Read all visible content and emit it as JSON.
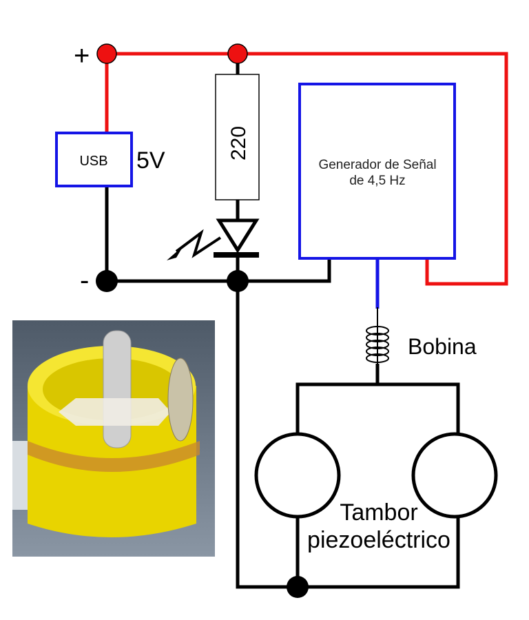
{
  "labels": {
    "plus": "+",
    "minus": "-",
    "usb": "USB",
    "voltage": "5V",
    "resistor": "220",
    "generator_line1": "Generador de Señal",
    "generator_line2": "de 4,5 Hz",
    "coil": "Bobina",
    "drum_line1": "Tambor",
    "drum_line2": "piezoeléctrico"
  },
  "colors": {
    "positive_wire": "#ee1111",
    "negative_wire": "#000000",
    "component_outline": "#1414e6",
    "photo_yellow": "#f2e21a",
    "photo_background": "#5a6878"
  }
}
